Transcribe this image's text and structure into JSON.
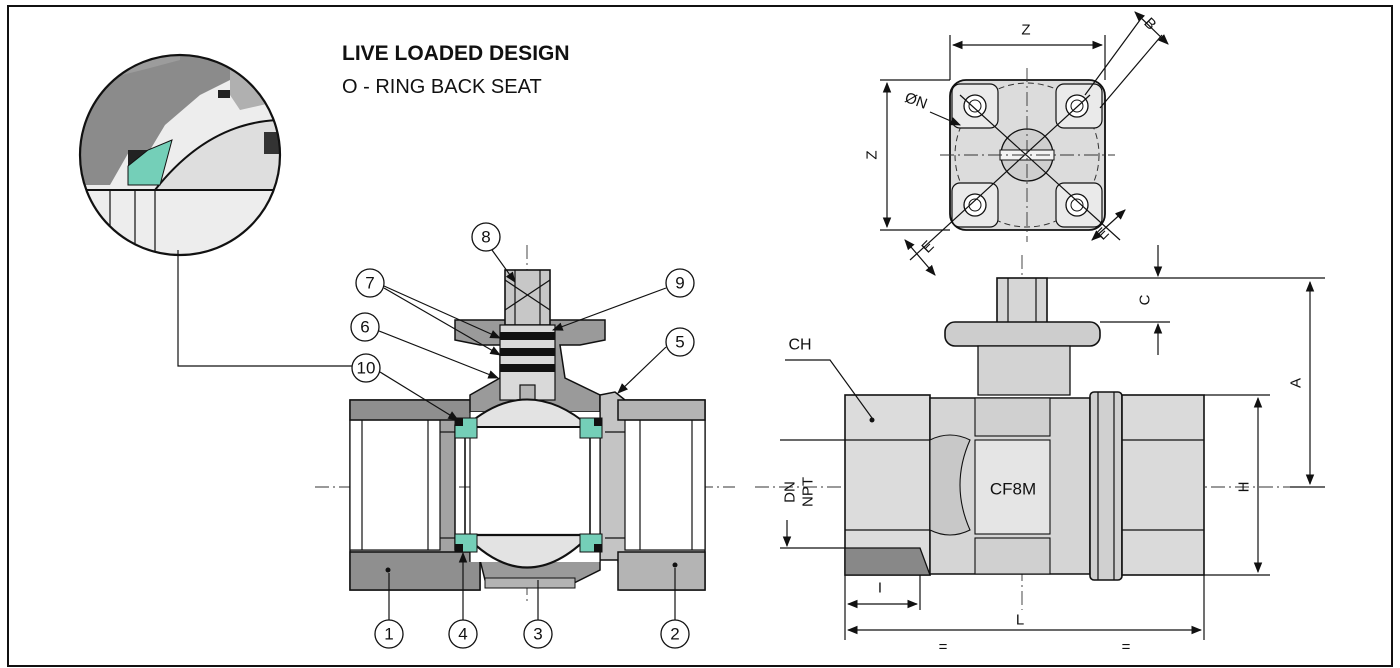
{
  "heading": {
    "title": "LIVE LOADED DESIGN",
    "subtitle": "O - RING BACK SEAT"
  },
  "colors": {
    "border": "#111111",
    "seat": "#74cfb8",
    "body_dark": "#7b7b7b",
    "body_mid": "#a9a9a9",
    "body_light": "#cfcfcf",
    "ball": "#e3e3e3"
  },
  "part_numbers": [
    "1",
    "2",
    "3",
    "4",
    "5",
    "6",
    "7",
    "8",
    "9",
    "10"
  ],
  "dimensions": {
    "z_top": "Z",
    "z_side": "Z",
    "b": "B",
    "dia_n": "ØN",
    "e_left": "E",
    "e_right": "E",
    "c": "C",
    "a": "A",
    "h": "H",
    "ch": "CH",
    "dn": "DN",
    "npt": "NPT",
    "material": "CF8M",
    "i": "I",
    "l": "L",
    "eq_left": "=",
    "eq_right": "="
  }
}
